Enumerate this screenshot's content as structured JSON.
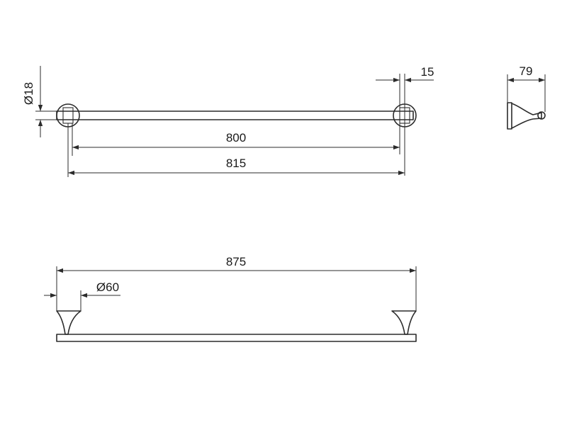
{
  "dimensions": {
    "bar_diameter": "Ø18",
    "wall_plate_thickness": "15",
    "projection": "79",
    "bar_length": "800",
    "overall_width": "815",
    "total_length": "875",
    "base_diameter": "Ø60"
  }
}
